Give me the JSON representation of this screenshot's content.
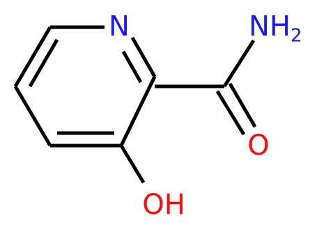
{
  "molecule": {
    "atoms": {
      "ring_nitrogen": {
        "text": "N",
        "color": "#1919ff"
      },
      "amide_nitrogen": {
        "text": "NH",
        "subscript": "2",
        "color": "#1919ff"
      },
      "carbonyl_oxygen": {
        "text": "O",
        "color": "#ff0d0d"
      },
      "hydroxyl": {
        "text": "OH",
        "color": "#ff0d0d"
      }
    },
    "bond_color": "#000000"
  }
}
